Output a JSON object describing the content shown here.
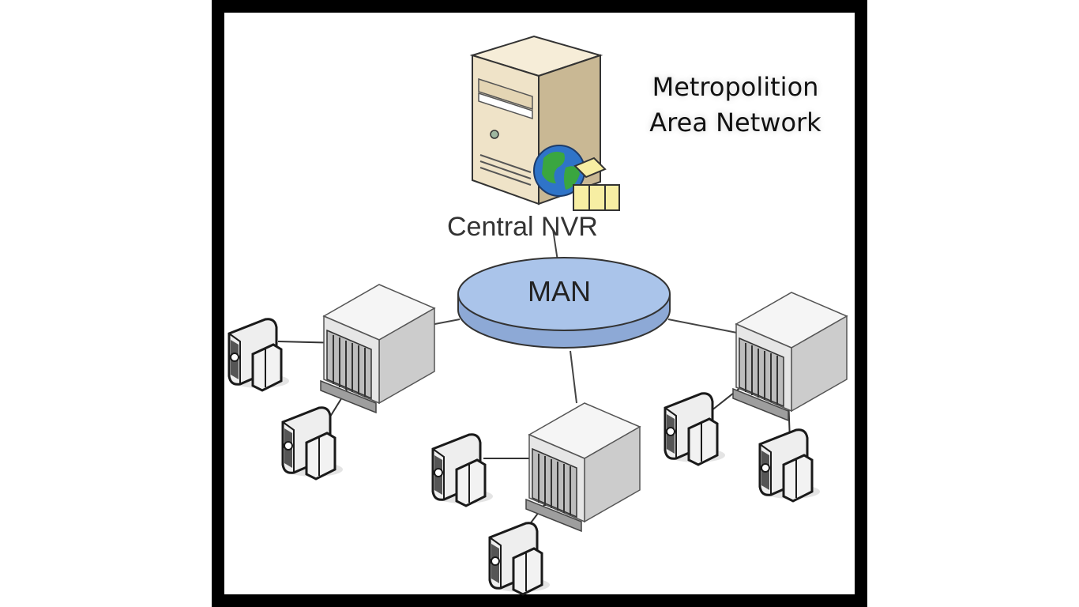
{
  "title": {
    "line1": "Metropolition",
    "line2": "Area Network"
  },
  "nodes": {
    "central_label": "Central NVR",
    "hub_label": "MAN"
  },
  "colors": {
    "frame": "#000000",
    "hub_fill": "#aac4ea",
    "server_body": "#efe3c8",
    "globe": "#2f74c8",
    "land": "#3aa640",
    "box_light": "#f2f2f2",
    "box_dark": "#c9c9c9"
  },
  "icons": [
    "server-icon",
    "globe-icon",
    "folder-icon",
    "network-cloud-icon",
    "dvr-box-icon",
    "camera-icon"
  ]
}
